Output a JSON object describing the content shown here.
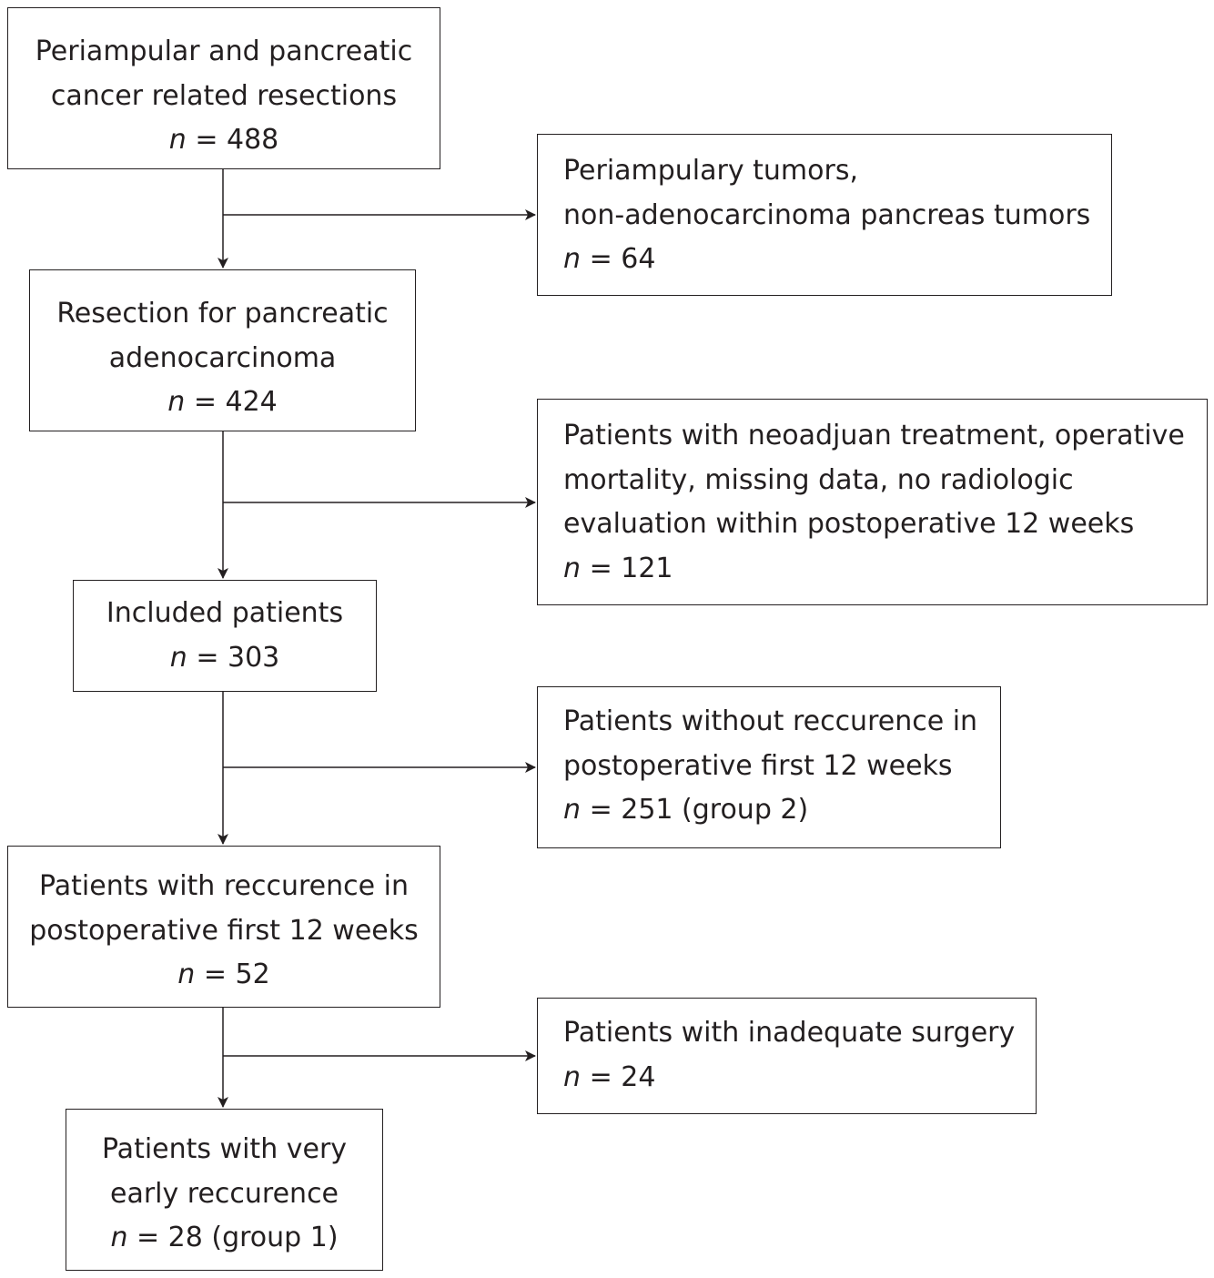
{
  "n_symbol": "n",
  "main_boxes": [
    {
      "lines": [
        "Periampular and pancreatic",
        "cancer related resections"
      ],
      "count": "= 488"
    },
    {
      "lines": [
        "Resection for pancreatic",
        "adenocarcinoma"
      ],
      "count": "= 424"
    },
    {
      "lines": [
        "Included patients"
      ],
      "count": "= 303"
    },
    {
      "lines": [
        "Patients with reccurence in",
        "postoperative first 12 weeks"
      ],
      "count": "= 52"
    },
    {
      "lines": [
        "Patients with very",
        "early reccurence"
      ],
      "count": "= 28 (group 1)"
    }
  ],
  "exclusion_boxes": [
    {
      "lines": [
        "Periampulary tumors,",
        "non-adenocarcinoma pancreas tumors"
      ],
      "count": "= 64"
    },
    {
      "lines": [
        "Patients with neoadjuan treatment, operative",
        "mortality, missing data, no radiologic",
        "evaluation within postoperative 12 weeks"
      ],
      "count": "= 121"
    },
    {
      "lines": [
        "Patients without reccurence in",
        "postoperative first 12 weeks"
      ],
      "count": "= 251 (group 2)"
    },
    {
      "lines": [
        "Patients with inadequate surgery"
      ],
      "count": "= 24"
    }
  ]
}
